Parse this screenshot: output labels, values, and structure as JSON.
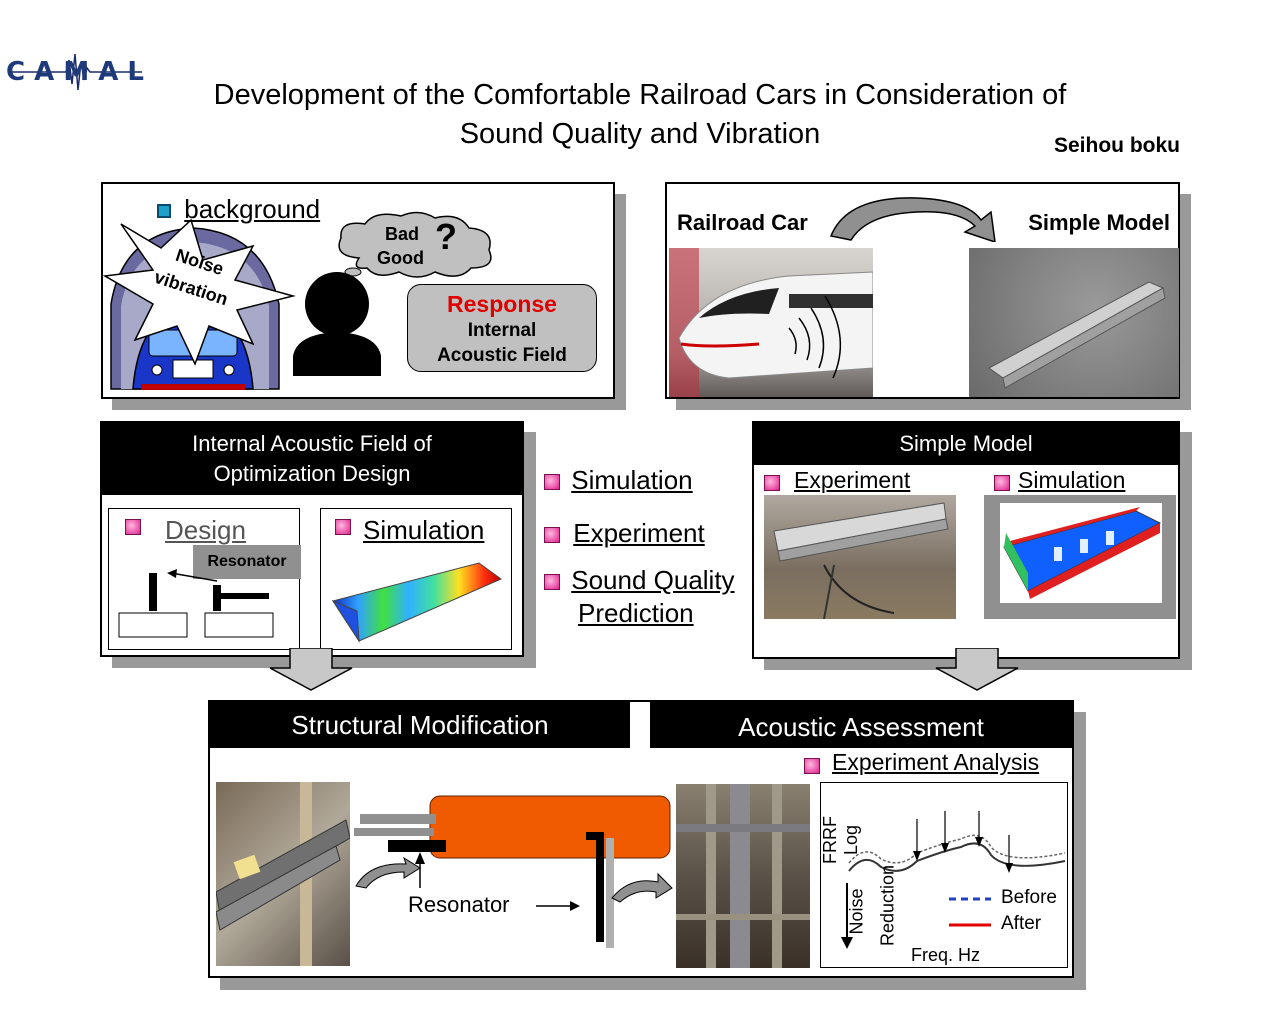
{
  "logo": {
    "text": "CAMAL"
  },
  "header": {
    "title_line1": "Development of the Comfortable Railroad Cars in Consideration of",
    "title_line2": "Sound Quality and Vibration",
    "author": "Seihou boku"
  },
  "background_panel": {
    "heading": "background",
    "burst_line1": "Noise",
    "burst_line2": "vibration",
    "cloud_line1": "Bad",
    "cloud_line2": "Good",
    "question_mark": "?",
    "response_title": "Response",
    "response_line1": "Internal",
    "response_line2": "Acoustic  Field"
  },
  "model_panel": {
    "left_label": "Railroad Car",
    "right_label": "Simple Model"
  },
  "optimization_panel": {
    "title_line1": "Internal   Acoustic  Field of",
    "title_line2": "Optimization Design",
    "design_label": "Design",
    "resonator_label": "Resonator",
    "simulation_label": "Simulation"
  },
  "middle_list": {
    "items": [
      "Simulation",
      "Experiment",
      "Sound Quality"
    ],
    "item3_line2": "Prediction"
  },
  "simple_model_panel": {
    "title": "Simple Model",
    "experiment_label": "Experiment",
    "simulation_label": "Simulation"
  },
  "bottom_panel": {
    "left_title": "Structural Modification",
    "right_title": "Acoustic Assessment",
    "resonator_label": "Resonator",
    "analysis_label": "Experiment Analysis",
    "graph": {
      "ylabel": "FRRF Log",
      "xlabel": "Freq. Hz",
      "noise_label": "Noise",
      "reduction_label": "Reduction",
      "legend_before": "Before",
      "legend_after": "After"
    }
  },
  "colors": {
    "response_red": "#e00000",
    "teal_bullet": "#1fa0c8",
    "pink_bullet": "#e0208c",
    "orange_tube": "#f05a00",
    "before_line": "#2040c0",
    "after_line": "#e00000"
  }
}
